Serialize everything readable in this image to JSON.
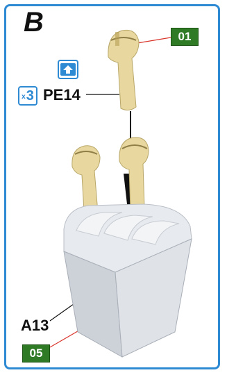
{
  "step": {
    "letter": "B"
  },
  "parts": [
    {
      "code": "01"
    },
    {
      "label": "PE14",
      "quantity_prefix": "x",
      "quantity": "3"
    },
    {
      "label": "A13",
      "code": "05"
    }
  ],
  "colors": {
    "frame_blue": "#2f8ad4",
    "badge_green": "#2f7a25",
    "brass": "#e8d8a0",
    "grey_part": "#d9dde3",
    "leader_red": "#d9342b",
    "leader_black": "#111111"
  },
  "icons": [
    "orientation-up-icon",
    "quantity-x3-icon",
    "down-arrow-icon"
  ]
}
